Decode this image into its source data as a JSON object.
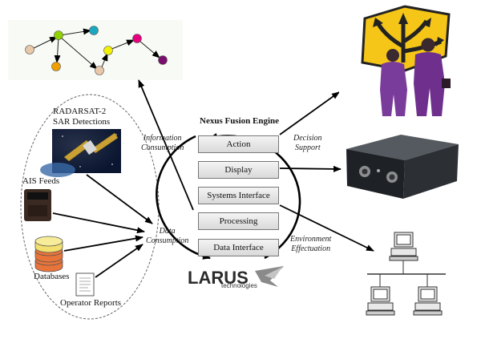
{
  "engine": {
    "title": "Nexus Fusion Engine",
    "layers": [
      "Action",
      "Display",
      "Systems Interface",
      "Processing",
      "Data Interface"
    ]
  },
  "sources": {
    "radarsat_line1": "RADARSAT-2",
    "radarsat_line2": "SAR Detections",
    "ais": "AIS Feeds",
    "databases": "Databases",
    "operator": "Operator Reports"
  },
  "edges": {
    "information_consumption_1": "Information",
    "information_consumption_2": "Consumption",
    "data_consumption_1": "Data",
    "data_consumption_2": "Consumption",
    "decision_support_1": "Decision",
    "decision_support_2": "Support",
    "environment_1": "Environment",
    "environment_2": "Effectuation"
  },
  "brand": {
    "name": "LARUS",
    "sub": "technologies"
  },
  "graph_node_colors": [
    "#8fd400",
    "#1aa7c0",
    "#e6007e",
    "#f0a000",
    "#f2f200",
    "#7a0f6e",
    "#e8c8a8"
  ]
}
